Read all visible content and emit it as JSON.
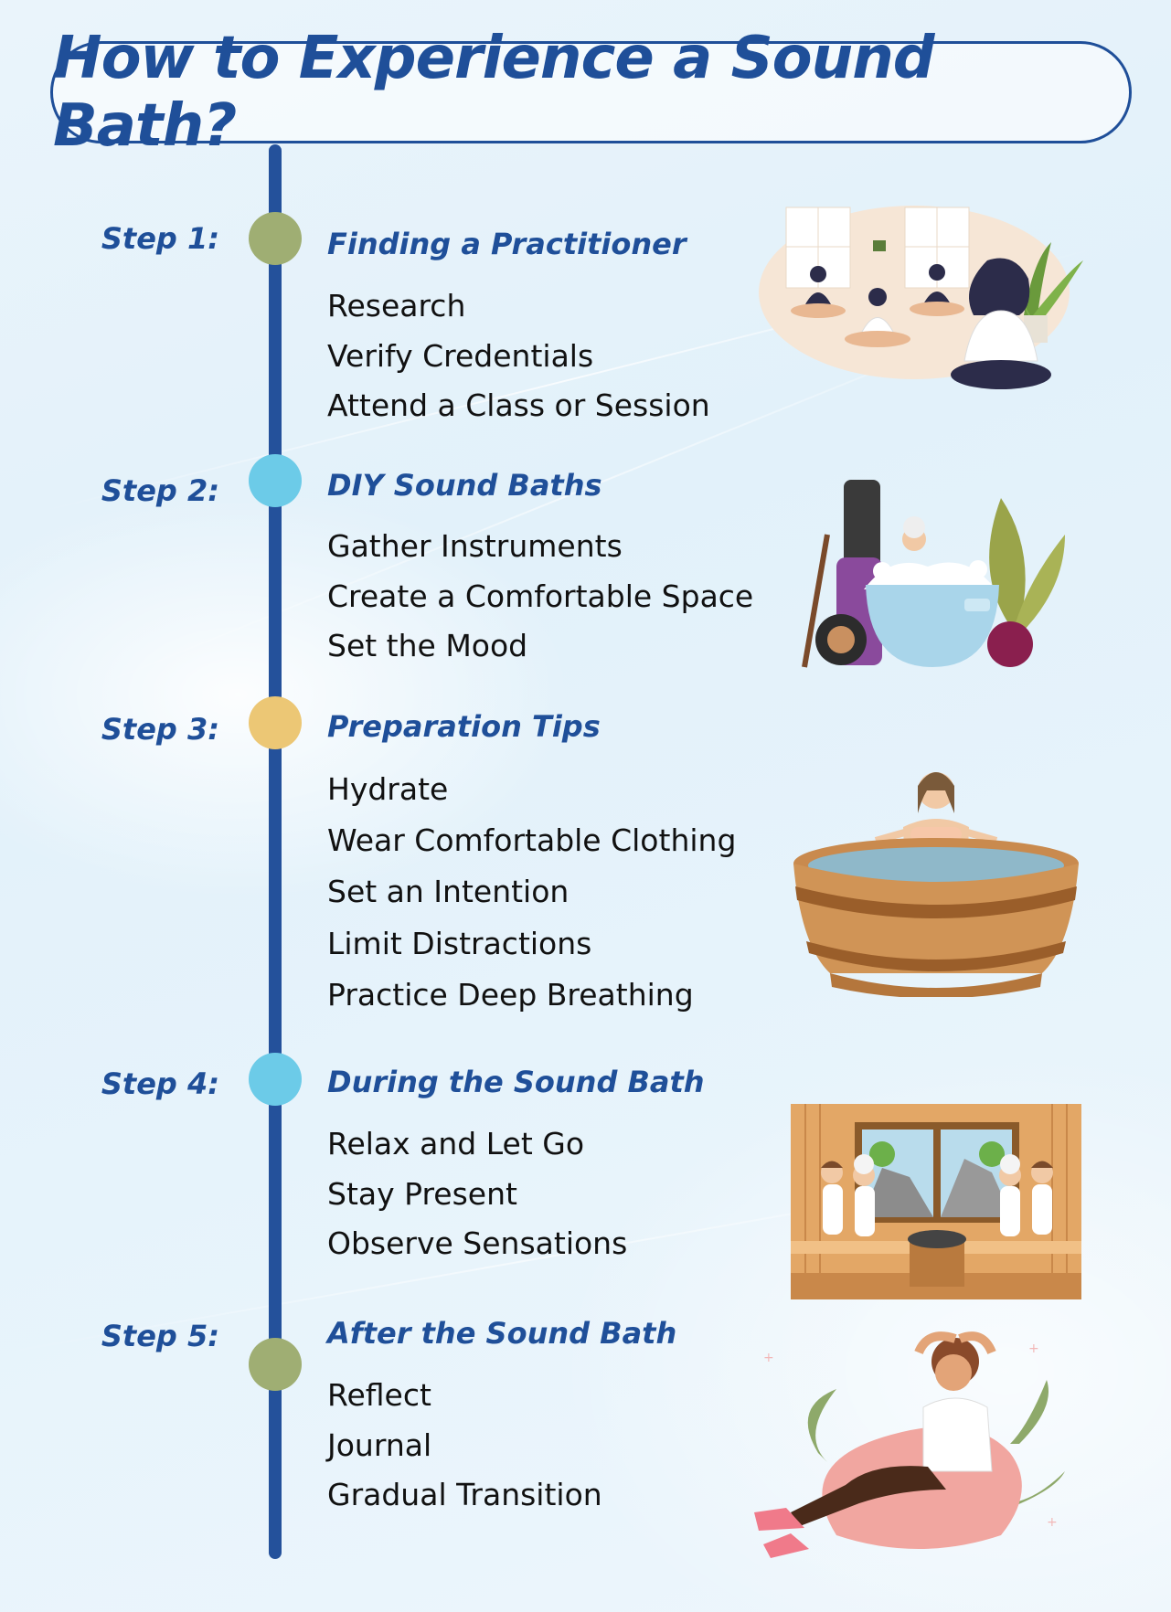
{
  "title": "How to Experience a Sound Bath?",
  "colors": {
    "primary": "#1f4f99",
    "dot_green": "#9fae73",
    "dot_blue": "#6ccbe8",
    "dot_yellow": "#ecc775"
  },
  "steps": [
    {
      "label": "Step 1:",
      "title": "Finding a Practitioner",
      "dot_color": "#9fae73",
      "items": [
        "Research",
        "Verify Credentials",
        "Attend a Class or Session"
      ],
      "illustration": "group-meditation"
    },
    {
      "label": "Step 2:",
      "title": "DIY Sound Baths",
      "dot_color": "#6ccbe8",
      "items": [
        "Gather Instruments",
        "Create a Comfortable Space",
        "Set the Mood"
      ],
      "illustration": "bubble-bath"
    },
    {
      "label": "Step 3:",
      "title": "Preparation Tips",
      "dot_color": "#ecc775",
      "items": [
        "Hydrate",
        "Wear Comfortable Clothing",
        "Set an Intention",
        "Limit Distractions",
        "Practice Deep Breathing"
      ],
      "illustration": "wooden-tub"
    },
    {
      "label": "Step 4:",
      "title": "During the Sound Bath",
      "dot_color": "#6ccbe8",
      "items": [
        "Relax and Let Go",
        "Stay Present",
        "Observe Sensations"
      ],
      "illustration": "sauna"
    },
    {
      "label": "Step 5:",
      "title": "After the Sound Bath",
      "dot_color": "#9fae73",
      "items": [
        "Reflect",
        "Journal",
        "Gradual Transition"
      ],
      "illustration": "beanbag-relax"
    }
  ]
}
